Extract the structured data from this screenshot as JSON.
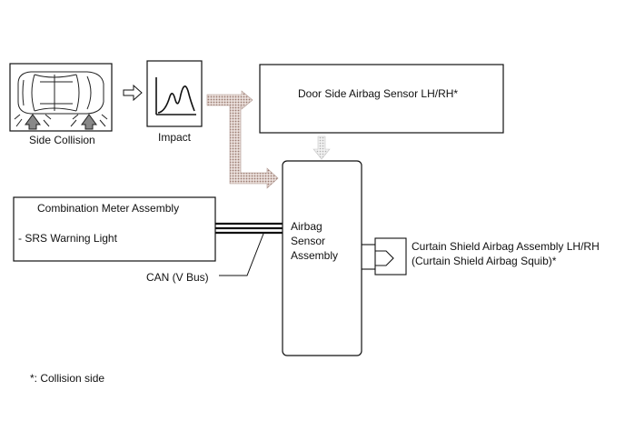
{
  "labels": {
    "side_collision": "Side Collision",
    "impact": "Impact",
    "door_sensor": "Door Side Airbag Sensor LH/RH*",
    "combination_meter": "Combination Meter Assembly",
    "srs_warning": "- SRS Warning Light",
    "airbag_sensor": [
      "Airbag",
      "Sensor",
      "Assembly"
    ],
    "curtain_line1": "Curtain Shield Airbag Assembly LH/RH",
    "curtain_line2": "(Curtain Shield Airbag Squib)*",
    "can_bus": "CAN (V Bus)",
    "footnote": "*: Collision side"
  },
  "colors": {
    "line": "#111111",
    "signal_arrow": "#b09890",
    "signal_arrow_light": "#c8c8c8"
  },
  "icons": {
    "car": "car-top-view-icon",
    "impact_graph": "impact-waveform-icon",
    "squib": "squib-connector-icon"
  }
}
